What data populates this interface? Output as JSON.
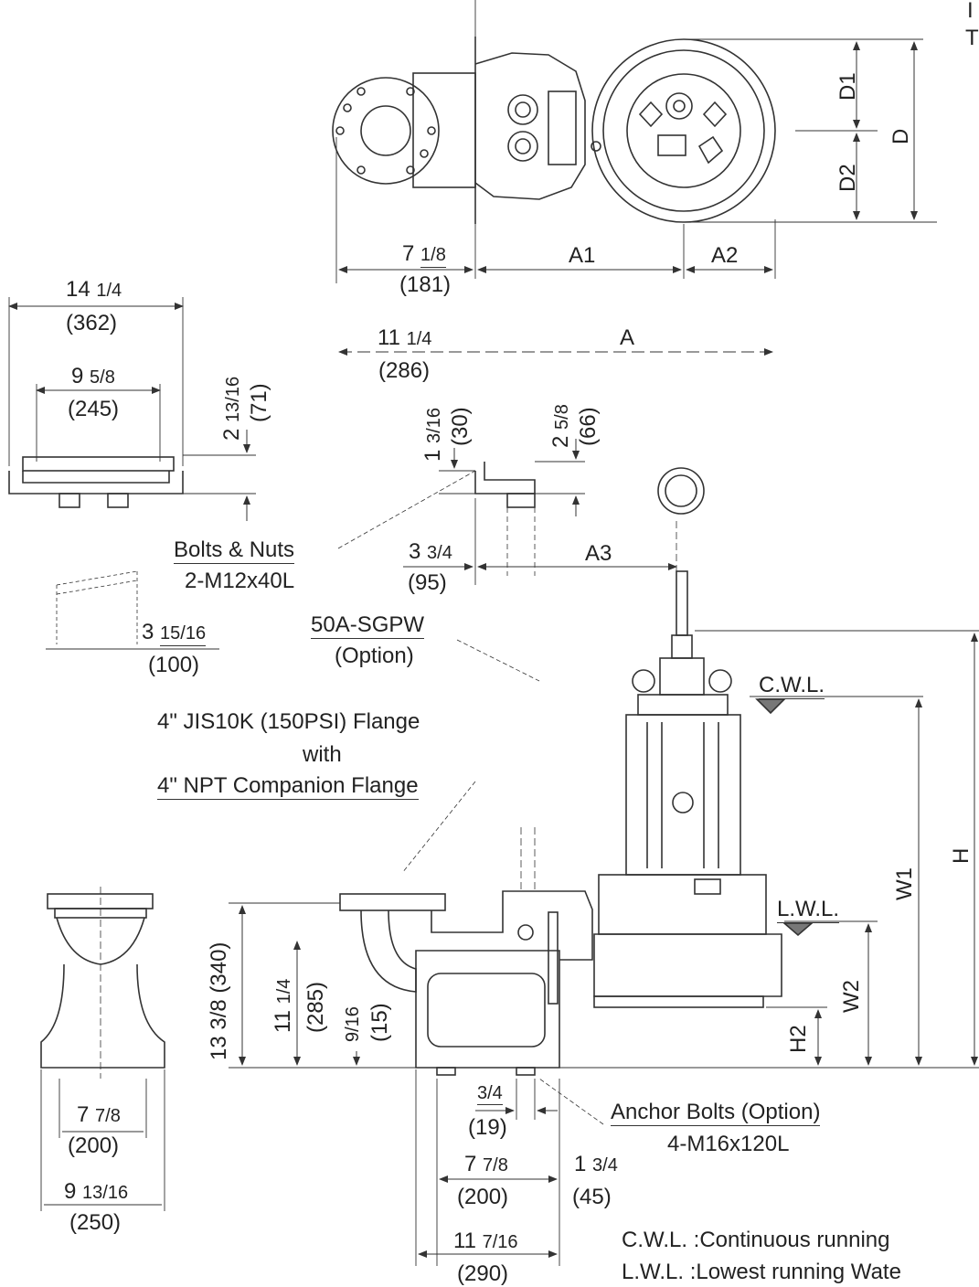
{
  "top_view": {
    "corner_marks": [
      "I",
      "T"
    ],
    "dims": {
      "d1": "D1",
      "d": "D",
      "d2": "D2",
      "a1": "A1",
      "a2": "A2",
      "a": "A",
      "w7_whole": "7",
      "w7_frac": "1/8",
      "w7_mm": "(181)",
      "w11_whole": "11",
      "w11_frac": "1/4",
      "w11_mm": "(286)"
    }
  },
  "guide_rail_view": {
    "d14_whole": "14",
    "d14_frac": "1/4",
    "d14_mm": "(362)",
    "d9_whole": "9",
    "d9_frac": "5/8",
    "d9_mm": "(245)",
    "h2_whole": "2",
    "h2_frac": "13/16",
    "h2_mm": "(71)",
    "d3_whole": "3",
    "d3_frac": "15/16",
    "d3_mm": "(100)"
  },
  "bracket_view": {
    "h1_whole": "1",
    "h1_frac": "3/16",
    "h1_mm": "(30)",
    "h2_whole": "2",
    "h2_frac": "5/8",
    "h2_mm": "(66)",
    "w3_whole": "3",
    "w3_frac": "3/4",
    "w3_mm": "(95)",
    "a3": "A3"
  },
  "notes": {
    "bolts_line1": "Bolts & Nuts",
    "bolts_line2": "2-M12x40L",
    "pipe_line1": "50A-SGPW",
    "pipe_line2": "(Option)",
    "flange_line1": "4\" JIS10K (150PSI) Flange",
    "flange_line2": "with",
    "flange_line3": "4\" NPT Companion Flange",
    "anchor_line1": "Anchor Bolts (Option)",
    "anchor_line2": "4-M16x120L"
  },
  "side_view": {
    "cwl": "C.W.L.",
    "lwl": "L.W.L.",
    "h": "H",
    "w1": "W1",
    "w2": "W2",
    "h2": "H2",
    "v13_text": "13 3/8 (340)",
    "v11_whole": "11",
    "v11_frac": "1/4",
    "v11_mm": "(285)",
    "v9_frac": "9/16",
    "v9_mm": "(15)",
    "b34_frac": "3/4",
    "b34_mm": "(19)",
    "b78_whole": "7",
    "b78_frac": "7/8",
    "b78_mm": "(200)",
    "b134_whole": "1",
    "b134_frac": "3/4",
    "b134_mm": "(45)",
    "b1116_whole": "11",
    "b1116_frac": "7/16",
    "b1116_mm": "(290)"
  },
  "end_view": {
    "e78_whole": "7",
    "e78_frac": "7/8",
    "e78_mm": "(200)",
    "e913_whole": "9",
    "e913_frac": "13/16",
    "e913_mm": "(250)"
  },
  "legend": {
    "cwl_line": "C.W.L. :Continuous running",
    "lwl_line": "L.W.L. :Lowest running Wate"
  }
}
